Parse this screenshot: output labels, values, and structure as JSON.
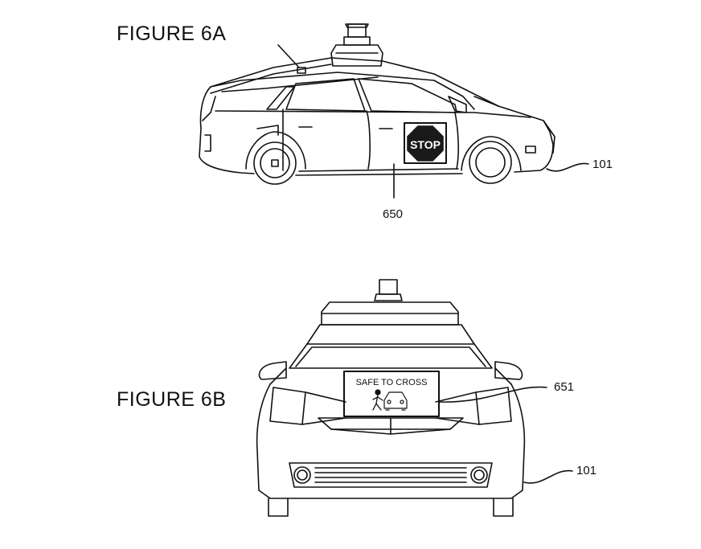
{
  "figures": {
    "fig6a": {
      "title": "FIGURE 6A",
      "sign_text": "STOP",
      "refs": {
        "display": "650",
        "vehicle": "101"
      }
    },
    "fig6b": {
      "title": "FIGURE 6B",
      "display_text": "SAFE TO CROSS",
      "refs": {
        "display": "651",
        "vehicle": "101"
      }
    }
  },
  "colors": {
    "line": "#111111",
    "background": "#ffffff",
    "stop_fill": "#1a1a1a",
    "stop_text": "#ffffff"
  }
}
